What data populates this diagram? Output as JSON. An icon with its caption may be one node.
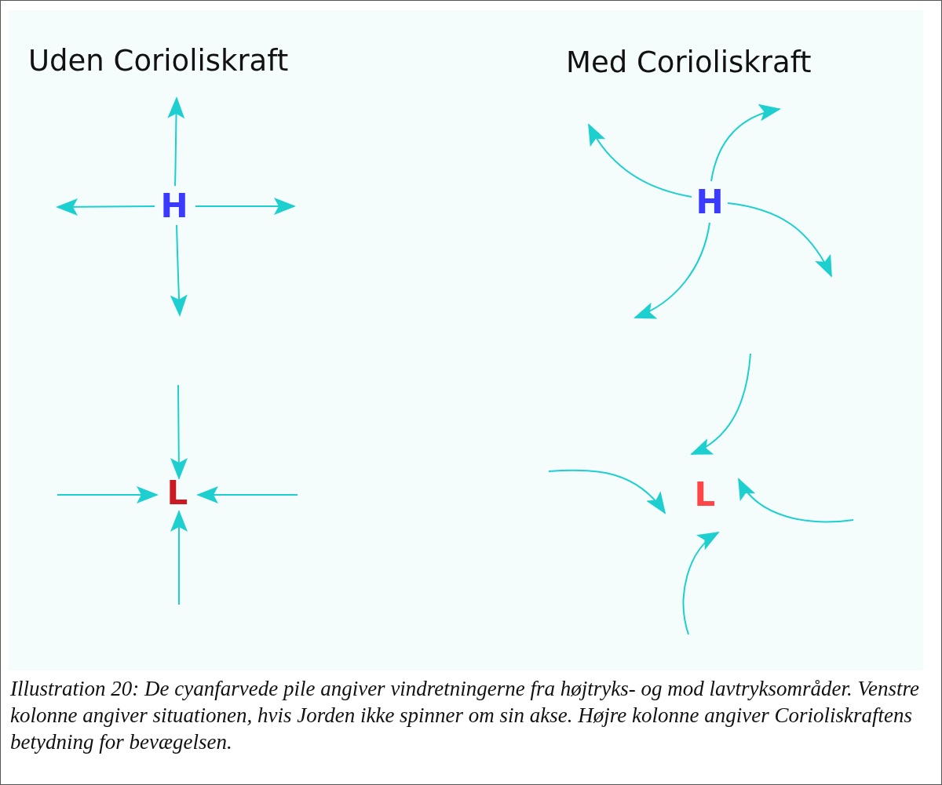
{
  "diagram": {
    "caption": "Illustration 20: De cyanfarvede pile angiver vindretningerne fra højtryks- og mod lavtryksområder. Venstre kolonne angiver situationen, hvis Jorden ikke spinner om sin akse. Højre kolonne angiver Corioliskraftens betydning for bevægelsen.",
    "nodes": [
      {
        "text": [
          "H"
        ]
      },
      {
        "text": [
          "L"
        ]
      },
      {
        "text": [
          "H"
        ]
      },
      {
        "text": [
          "L"
        ]
      }
    ],
    "edges": [
      {
        "from": 0,
        "to": null,
        "arrow": "to"
      },
      {
        "from": 0,
        "to": null,
        "arrow": "to"
      },
      {
        "from": 0,
        "to": null,
        "arrow": "to"
      },
      {
        "from": 0,
        "to": null,
        "arrow": "to"
      },
      {
        "from": null,
        "to": 1,
        "arrow": "to"
      },
      {
        "from": null,
        "to": 1,
        "arrow": "to"
      },
      {
        "from": null,
        "to": 1,
        "arrow": "to"
      },
      {
        "from": null,
        "to": 1,
        "arrow": "to"
      },
      {
        "from": 2,
        "to": null,
        "arrow": "to"
      },
      {
        "from": 2,
        "to": null,
        "arrow": "to"
      },
      {
        "from": 2,
        "to": null,
        "arrow": "to"
      },
      {
        "from": 2,
        "to": null,
        "arrow": "to"
      },
      {
        "from": null,
        "to": 3,
        "arrow": "to"
      },
      {
        "from": null,
        "to": 3,
        "arrow": "to"
      },
      {
        "from": null,
        "to": 3,
        "arrow": "to"
      },
      {
        "from": null,
        "to": 3,
        "arrow": "to"
      }
    ],
    "labels": [
      "Uden Corioliskraft",
      "Med Corioliskraft"
    ]
  }
}
